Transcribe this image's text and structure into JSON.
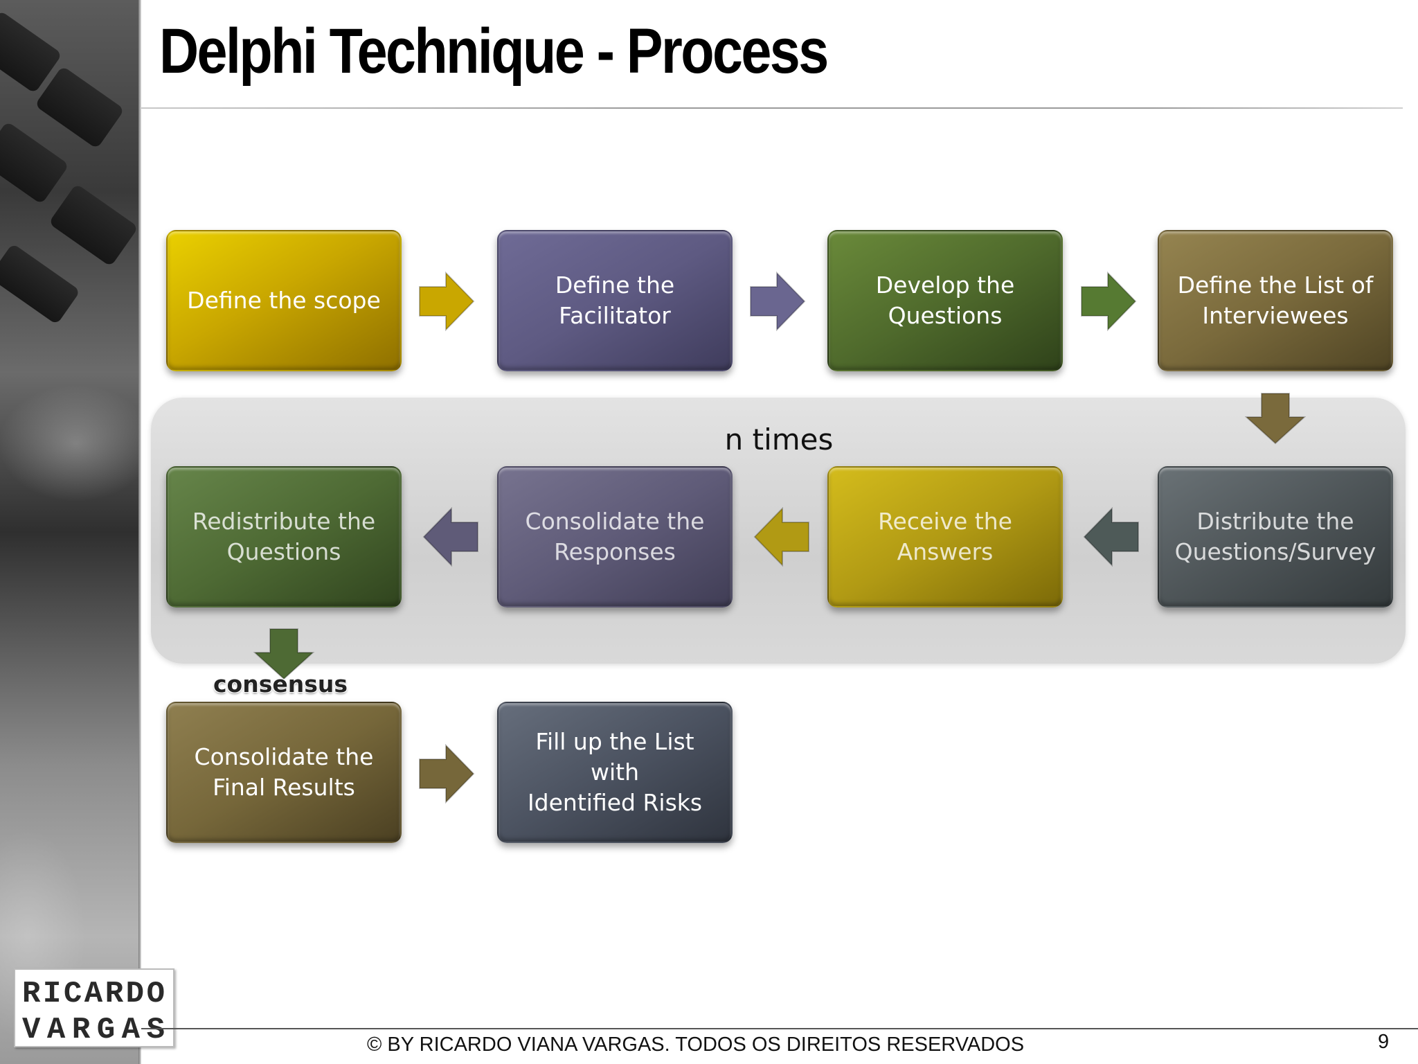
{
  "slide": {
    "title": "Delphi Technique - Process",
    "page_number": "9"
  },
  "footer": {
    "copyright": "© BY RICARDO VIANA VARGAS. TODOS OS DIREITOS RESERVADOS"
  },
  "logo": {
    "line1": "RICARDO",
    "line2": "VARGAS"
  },
  "loop": {
    "label": "n times"
  },
  "consensus_label": "consensus",
  "steps": [
    {
      "line1": "Define the scope",
      "line2": "",
      "color": "#c9a700"
    },
    {
      "line1": "Define the",
      "line2": "Facilitator",
      "color": "#5e5a82"
    },
    {
      "line1": "Develop the",
      "line2": "Questions",
      "color": "#4f6a2c"
    },
    {
      "line1": "Define the List of",
      "line2": "Interviewees",
      "color": "#7a6a3c"
    },
    {
      "line1": "Distribute the",
      "line2": "Questions/Survey",
      "color": "#4e5558"
    },
    {
      "line1": "Receive the",
      "line2": "Answers",
      "color": "#b19a14"
    },
    {
      "line1": "Consolidate the",
      "line2": "Responses",
      "color": "#5f5b78"
    },
    {
      "line1": "Redistribute the",
      "line2": "Questions",
      "color": "#4e6a34"
    },
    {
      "line1": "Consolidate the",
      "line2": "Final Results",
      "color": "#76673a"
    },
    {
      "line1": "Fill up the List with",
      "line2": "Identified Risks",
      "color": "#4b5260"
    }
  ],
  "arrow_colors": {
    "a1": "#c9a700",
    "a2": "#6a6690",
    "a3": "#567a32",
    "a4": "#7a6a3c",
    "a5": "#4e5a58",
    "a6": "#b19a14",
    "a7": "#5f5b78",
    "a8": "#4e6a34",
    "a9": "#76673a"
  }
}
